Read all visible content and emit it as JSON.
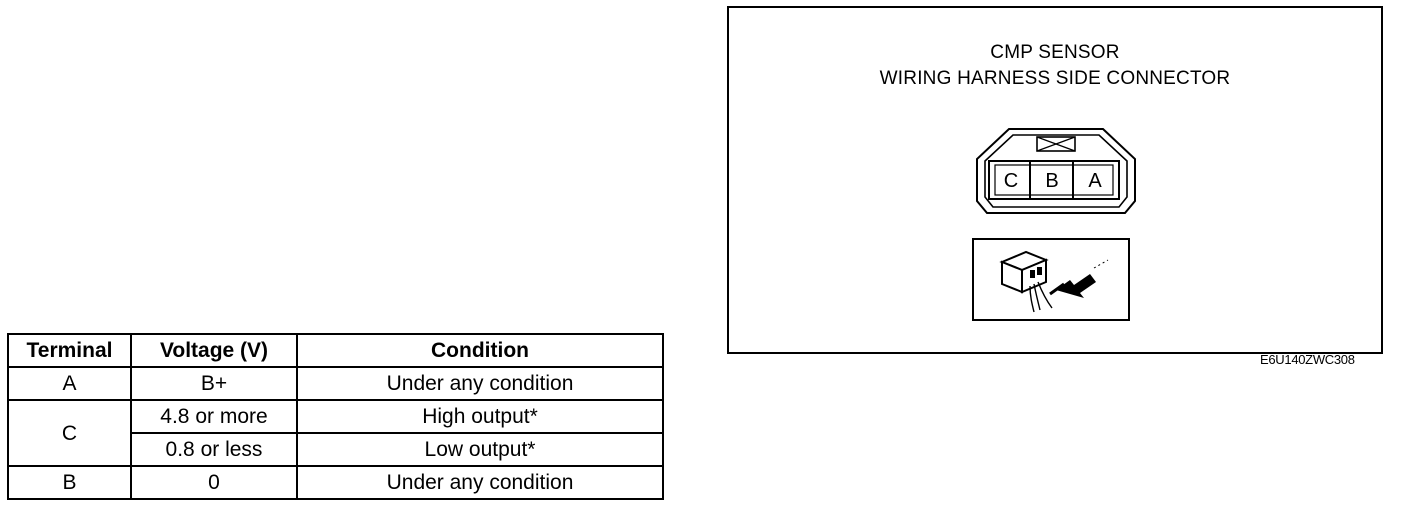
{
  "table": {
    "headers": [
      "Terminal",
      "Voltage (V)",
      "Condition"
    ],
    "rows": [
      {
        "terminal": "A",
        "voltage": "B+",
        "condition": "Under any condition"
      },
      {
        "terminal": "C",
        "voltage": "4.8 or more",
        "condition": "High output*"
      },
      {
        "terminal": "",
        "voltage": "0.8 or less",
        "condition": "Low output*"
      },
      {
        "terminal": "B",
        "voltage": "0",
        "condition": "Under any condition"
      }
    ]
  },
  "diagram": {
    "title_line1": "CMP SENSOR",
    "title_line2": "WIRING HARNESS SIDE CONNECTOR",
    "pins": [
      "C",
      "B",
      "A"
    ],
    "figure_code": "E6U140ZWC308",
    "icons": [
      "connector-housing-icon",
      "probe-back-insertion-icon"
    ]
  }
}
